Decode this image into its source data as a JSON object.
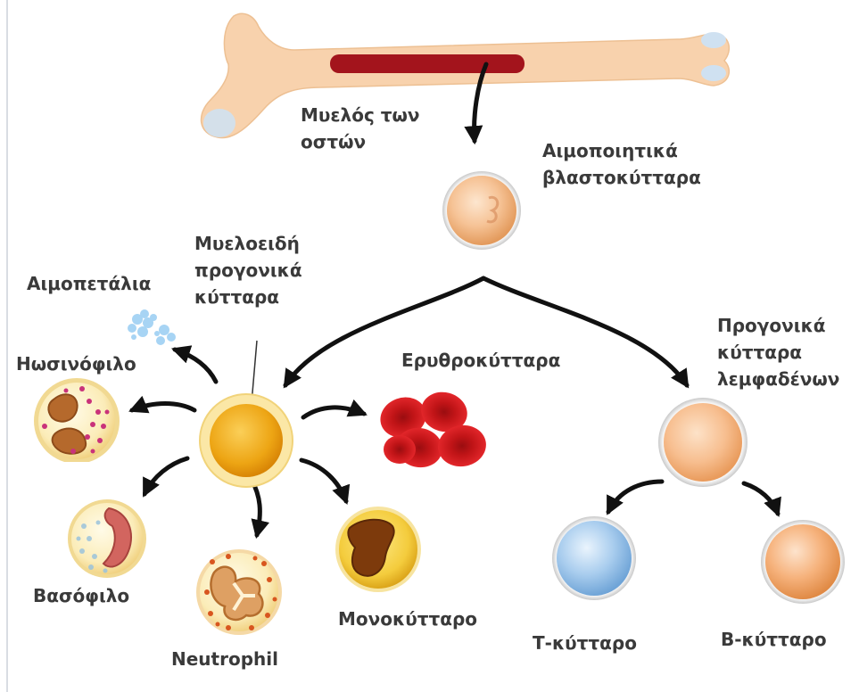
{
  "labels": {
    "bone_marrow": "Μυελός των\nοστών",
    "hsc": "Αιμοποιητικά\nβλαστοκύτταρα",
    "myeloid_progenitor": "Μυελοειδή\nπρογονικά\nκύτταρα",
    "platelets": "Αιμοπετάλια",
    "eosinophil": "Ηωσινόφιλο",
    "erythrocytes": "Ερυθροκύτταρα",
    "lymphoid_progenitor": "Προγονικά\nκύτταρα\nλεμφαδένων",
    "basophil": "Βασόφιλο",
    "neutrophil": "Neutrophil",
    "monocyte": "Μονοκύτταρο",
    "t_cell": "Τ-κύτταρο",
    "b_cell": "Β-κύτταρο"
  },
  "colors": {
    "bone": "#f8d2ad",
    "bone_joint": "#cfe1f1",
    "marrow": "#a3141c",
    "arrow": "#111111",
    "stem_cell": "#f3b887",
    "myeloid_cell": "#eda514",
    "lymphoid_cell": "#f7bd90",
    "t_cell": "#9fc8ec",
    "b_cell": "#f4ad73",
    "rbc": "#d3181c",
    "platelet": "#a7d4f4"
  }
}
